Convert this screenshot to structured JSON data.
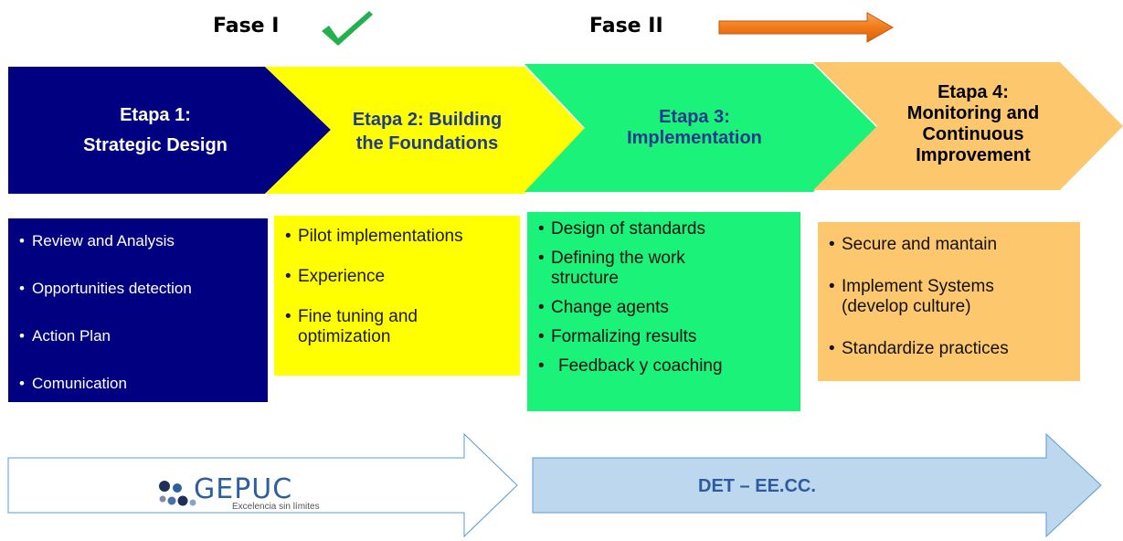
{
  "phases": {
    "phase1_label": "Fase I",
    "phase1_status_icon": "checkmark-icon",
    "phase2_label": "Fase II",
    "phase2_status_icon": "arrow-right-icon"
  },
  "stages": [
    {
      "lines": [
        "Etapa 1:",
        "Strategic Design"
      ],
      "color": "#000080",
      "text_color": "#ffffff"
    },
    {
      "lines": [
        "Etapa 2: Building",
        "the Foundations"
      ],
      "color": "#ffff00",
      "text_color": "#1f3b8c"
    },
    {
      "lines": [
        "Etapa 3:",
        "Implementation"
      ],
      "color": "#1af27a",
      "text_color": "#1f3b8c"
    },
    {
      "lines": [
        "Etapa 4:",
        "Monitoring and",
        "Continuous",
        "Improvement"
      ],
      "color": "#fdc76e",
      "text_color": "#000000"
    }
  ],
  "stage_details": [
    {
      "items": [
        "Review and Analysis",
        "Opportunities detection",
        "Action Plan",
        "Comunication"
      ]
    },
    {
      "items": [
        "Pilot implementations",
        "Experience",
        "Fine tuning and optimization"
      ]
    },
    {
      "items": [
        "Design of standards",
        "Defining the work structure",
        "Change agents",
        "Formalizing results",
        "Feedback y coaching"
      ]
    },
    {
      "items": [
        "Secure and mantain",
        "Implement Systems (develop culture)",
        "Standardize practices"
      ]
    }
  ],
  "bottom": {
    "left_logo_name": "GEPUC",
    "left_logo_tagline": "Excelencia sin límites",
    "right_label": "DET – EE.CC."
  },
  "colors": {
    "check_green": "#22b14c",
    "phase_arrow_orange": "#f07a1a",
    "bottom_arrow_fill": "#bdd7ee",
    "bottom_arrow_stroke": "#5b9bd5"
  }
}
